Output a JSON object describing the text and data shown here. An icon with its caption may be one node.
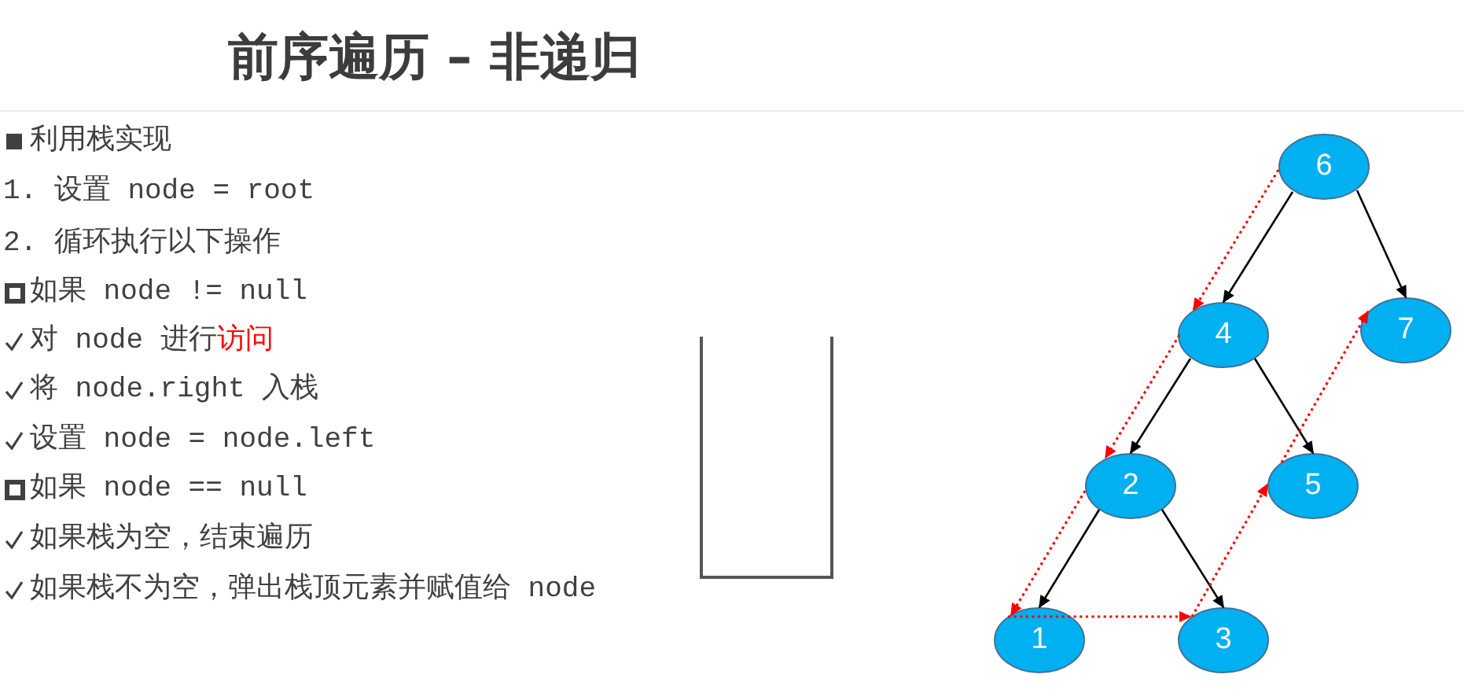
{
  "diagram": {
    "title": "前序遍历 – 非递归",
    "nodes": [
      {
        "text": [
          "6"
        ]
      },
      {
        "text": [
          "4"
        ]
      },
      {
        "text": [
          "7"
        ]
      },
      {
        "text": [
          "2"
        ]
      },
      {
        "text": [
          "5"
        ]
      },
      {
        "text": [
          "1"
        ]
      },
      {
        "text": [
          "3"
        ]
      }
    ],
    "edges": [
      {
        "from": 0,
        "to": 1,
        "arrow": "to"
      },
      {
        "from": 0,
        "to": 2,
        "arrow": "to"
      },
      {
        "from": 1,
        "to": 3,
        "arrow": "to"
      },
      {
        "from": 1,
        "to": 4,
        "arrow": "to"
      },
      {
        "from": 3,
        "to": 5,
        "arrow": "to"
      },
      {
        "from": 3,
        "to": 6,
        "arrow": "to"
      },
      {
        "from": 0,
        "to": 1,
        "arrow": "to",
        "style": "dashed",
        "color": "#ff0000"
      },
      {
        "from": 1,
        "to": 3,
        "arrow": "to",
        "style": "dashed",
        "color": "#ff0000"
      },
      {
        "from": 3,
        "to": 5,
        "arrow": "to",
        "style": "dashed",
        "color": "#ff0000"
      },
      {
        "from": 5,
        "to": 6,
        "arrow": "to",
        "style": "dashed",
        "color": "#ff0000"
      },
      {
        "from": 6,
        "to": 4,
        "arrow": "to",
        "style": "dashed",
        "color": "#ff0000"
      },
      {
        "from": 4,
        "to": 2,
        "arrow": "to",
        "style": "dashed",
        "color": "#ff0000"
      }
    ],
    "labels": [
      "利用栈实现",
      "1. 设置 node = root",
      "2. 循环执行以下操作",
      "如果 node != null",
      "对 node 进行**访问**",
      "将 node.right 入栈",
      "设置 node = node.left",
      "如果 node == null",
      "如果栈为空，结束遍历",
      "如果栈不为空，弹出栈顶元素并赋值给 node"
    ]
  }
}
